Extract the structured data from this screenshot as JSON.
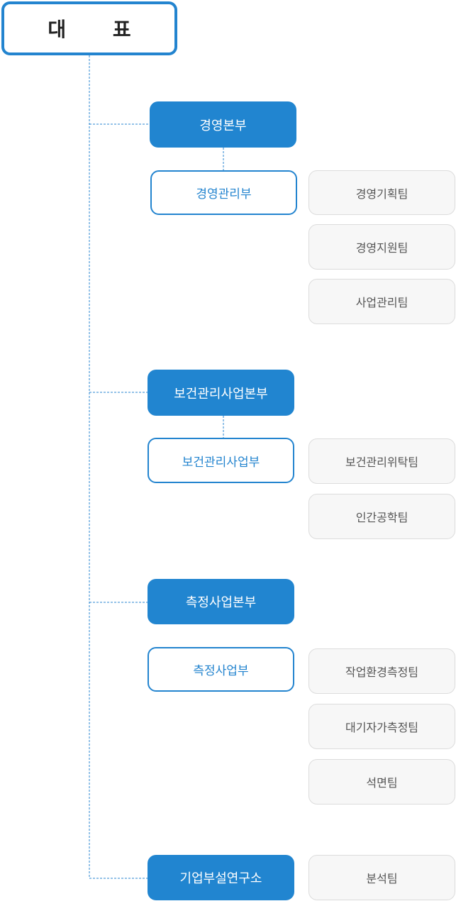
{
  "ceo": {
    "label": "대 표"
  },
  "divisions": [
    {
      "hq": "경영본부",
      "dept": "경영관리부",
      "teams": [
        "경영기획팀",
        "경영지원팀",
        "사업관리팀"
      ]
    },
    {
      "hq": "보건관리사업본부",
      "dept": "보건관리사업부",
      "teams": [
        "보건관리위탁팀",
        "인간공학팀"
      ]
    },
    {
      "hq": "측정사업본부",
      "dept": "측정사업부",
      "teams": [
        "작업환경측정팀",
        "대기자가측정팀",
        "석면팀"
      ]
    },
    {
      "hq": "기업부설연구소",
      "teams": [
        "분석팀"
      ]
    }
  ],
  "colors": {
    "accent": "#2185d0",
    "connector": "#2a86d0",
    "team_bg": "#f7f7f7"
  }
}
